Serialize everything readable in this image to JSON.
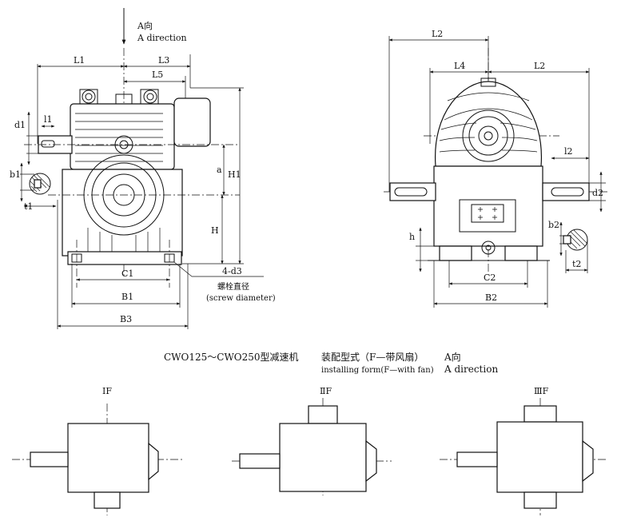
{
  "side_view": {
    "direction_arrow": {
      "cn": "A向",
      "en": "A direction"
    },
    "dims": {
      "L1": "L1",
      "L3": "L3",
      "L5": "L5",
      "d1": "d1",
      "l1": "l1",
      "b1": "b1",
      "t1": "t1",
      "a": "a",
      "H1": "H1",
      "H": "H",
      "C1": "C1",
      "B1": "B1",
      "B3": "B3",
      "d3": "4-d3"
    },
    "bolt_note": {
      "cn": "螺栓直径",
      "en": "(screw diameter)"
    }
  },
  "front_view": {
    "dims": {
      "L2_top": "L2",
      "L4": "L4",
      "L2": "L2",
      "l2": "l2",
      "d2": "d2",
      "h": "h",
      "b2": "b2",
      "t2": "t2",
      "C2": "C2",
      "B2": "B2"
    }
  },
  "caption": {
    "model": "CWO125～CWO250型减速机",
    "form_cn": "装配型式（F—带风扇）",
    "form_en": "installing form(F—with fan)",
    "dir_cn": "A向",
    "dir_en": "A direction"
  },
  "forms": [
    {
      "label": "ⅠF"
    },
    {
      "label": "ⅡF"
    },
    {
      "label": "ⅢF"
    }
  ]
}
